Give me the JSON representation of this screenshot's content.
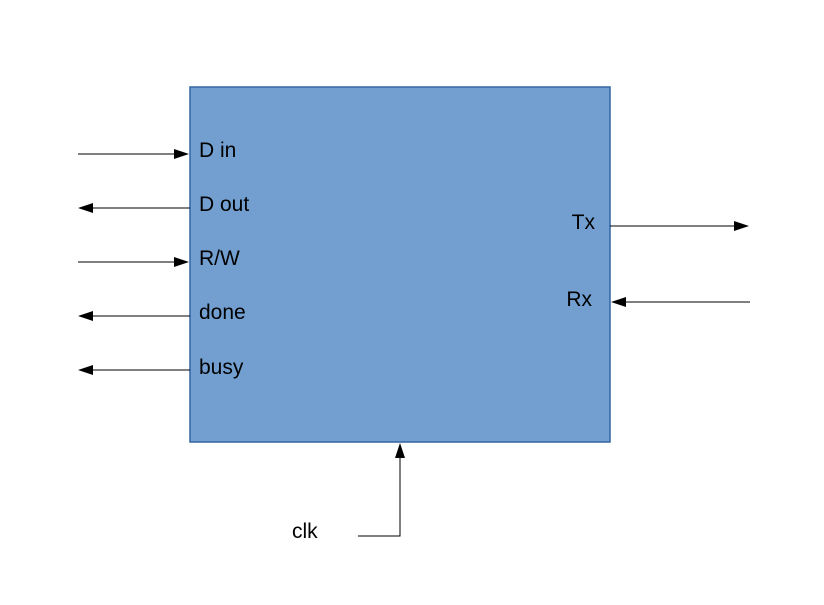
{
  "block": {
    "fill": "#729fcf",
    "border": "#3465a4"
  },
  "left_ports": [
    {
      "label": "D in",
      "direction": "in"
    },
    {
      "label": "D out",
      "direction": "out"
    },
    {
      "label": "R/W",
      "direction": "in"
    },
    {
      "label": "done",
      "direction": "out"
    },
    {
      "label": "busy",
      "direction": "out"
    }
  ],
  "right_ports": [
    {
      "label": "Tx",
      "direction": "out"
    },
    {
      "label": "Rx",
      "direction": "in"
    }
  ],
  "bottom_port": {
    "label": "clk",
    "direction": "in"
  }
}
